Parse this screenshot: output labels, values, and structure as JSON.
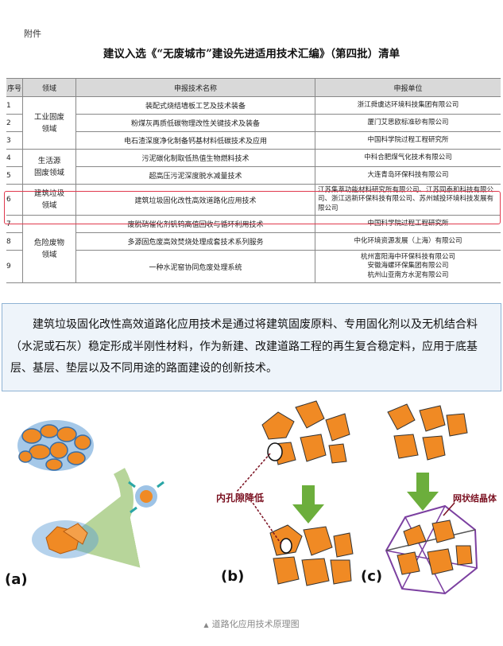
{
  "header": {
    "attachment_label": "附件",
    "title": "建议入选《“无废城市”建设先进适用技术汇编》（第四批）清单"
  },
  "table": {
    "columns": [
      "序号",
      "领域",
      "申报技术名称",
      "申报单位"
    ],
    "groups": {
      "industrial": "工业固废\n领域",
      "domestic": "生活源\n固废领域",
      "construction": "建筑垃圾\n领域",
      "hazardous": "危险废物\n领域"
    },
    "rows": [
      {
        "no": "1",
        "name": "装配式烧结墙板工艺及技术装备",
        "unit": "浙江舜虞达环境科技集团有限公司"
      },
      {
        "no": "2",
        "name": "粉煤灰再质低碳物理改性关键技术及装备",
        "unit": "厦门艾思欧标准砂有限公司"
      },
      {
        "no": "3",
        "name": "电石渣深度净化制备钙基材料低碳技术及应用",
        "unit": "中国科学院过程工程研究所"
      },
      {
        "no": "4",
        "name": "污泥碳化制取低热值生物燃料技术",
        "unit": "中科合肥煤气化技术有限公司"
      },
      {
        "no": "5",
        "name": "超高压污泥深度脱水减量技术",
        "unit": "大连青岛环保科技有限公司"
      },
      {
        "no": "6",
        "name": "建筑垃圾固化改性高效道路化应用技术",
        "unit": "江苏集萃功能材料研究所有限公司、江苏同泰和科技有限公司、浙江远新环保科技有限公司、苏州城投环境科技发展有限公司"
      },
      {
        "no": "7",
        "name": "废脱硝催化剂钒钨高值回收与循环利用技术",
        "unit": "中国科学院过程工程研究所"
      },
      {
        "no": "8",
        "name": "多源固危废高效焚烧处理成套技术系列服务",
        "unit": "中化环境资源发展（上海）有限公司"
      },
      {
        "no": "9",
        "name": "一种水泥窑协同危废处理系统",
        "unit": "杭州富阳海中环保科技有限公司\n安徽海螺环保集团有限公司\n杭州山亚南方水泥有限公司"
      }
    ]
  },
  "description": "建筑垃圾固化改性高效道路化应用技术是通过将建筑固废原料、专用固化剂以及无机结合料（水泥或石灰）稳定形成半刚性材料，作为新建、改建道路工程的再生复合稳定料，应用于底基层、基层、垫层以及不同用途的路面建设的创新技术。",
  "diagram": {
    "labels": {
      "a": "(a)",
      "b": "(b)",
      "c": "(c)",
      "pore": "内孔隙降低",
      "network": "网状结晶体"
    }
  },
  "caption": {
    "marker": "▲",
    "text": "道路化应用技术原理图"
  },
  "colors": {
    "highlight_border": "#e03a4e",
    "description_bg": "#eef4fa",
    "particle_orange": "#f08a24",
    "label_red": "#7a1020",
    "arrow_green": "#6cae3c"
  }
}
